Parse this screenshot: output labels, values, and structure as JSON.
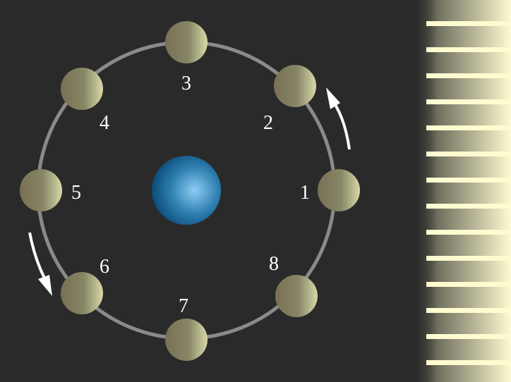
{
  "diagram": {
    "background_color": "#2a2a2a",
    "orbit_color": "#8a8a8a",
    "earth_colors": [
      "#8ecdf5",
      "#2f7fb0",
      "#0a4c78"
    ],
    "moon_colors": [
      "#6f6a55",
      "#8a8a66",
      "#d9d9a8"
    ],
    "sunlight_colors": [
      "#fffbd0",
      "#8a8a70"
    ],
    "arrow_color": "#ffffff",
    "sun_ray_count": 14,
    "moon_phases": [
      {
        "label": "1"
      },
      {
        "label": "2"
      },
      {
        "label": "3"
      },
      {
        "label": "4"
      },
      {
        "label": "5"
      },
      {
        "label": "6"
      },
      {
        "label": "7"
      },
      {
        "label": "8"
      }
    ]
  }
}
